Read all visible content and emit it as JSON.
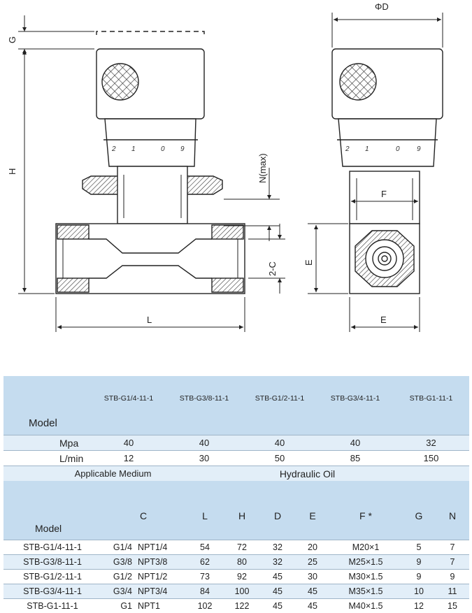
{
  "drawing": {
    "dims": {
      "G": "G",
      "H": "H",
      "N": "N(max)",
      "C": "2-C",
      "L": "L",
      "D": "ΦD",
      "F": "F",
      "E_v": "E",
      "E_h": "E"
    },
    "dial_digits": [
      "2",
      "1",
      "0",
      "9"
    ]
  },
  "spec_table": {
    "model_label": "Model",
    "models": [
      "STB-G1/4-11-1",
      "STB-G3/8-11-1",
      "STB-G1/2-11-1",
      "STB-G3/4-11-1",
      "STB-G1-11-1"
    ],
    "rows": [
      {
        "label": "Mpa",
        "values": [
          "40",
          "40",
          "40",
          "40",
          "32"
        ]
      },
      {
        "label": "L/min",
        "values": [
          "12",
          "30",
          "50",
          "85",
          "150"
        ]
      }
    ],
    "medium_label": "Applicable Medium",
    "medium_value": "Hydraulic Oil"
  },
  "dim_table": {
    "headers": [
      "Model",
      "C",
      "L",
      "H",
      "D",
      "E",
      "F *",
      "G",
      "N"
    ],
    "rows": [
      [
        "STB-G1/4-11-1",
        "G1/4",
        "NPT1/4",
        "54",
        "72",
        "32",
        "20",
        "M20×1",
        "5",
        "7"
      ],
      [
        "STB-G3/8-11-1",
        "G3/8",
        "NPT3/8",
        "62",
        "80",
        "32",
        "25",
        "M25×1.5",
        "9",
        "7"
      ],
      [
        "STB-G1/2-11-1",
        "G1/2",
        "NPT1/2",
        "73",
        "92",
        "45",
        "30",
        "M30×1.5",
        "9",
        "9"
      ],
      [
        "STB-G3/4-11-1",
        "G3/4",
        "NPT3/4",
        "84",
        "100",
        "45",
        "45",
        "M35×1.5",
        "10",
        "11"
      ],
      [
        "STB-G1-11-1",
        "G1",
        "NPT1",
        "102",
        "122",
        "45",
        "45",
        "M40×1.5",
        "12",
        "15"
      ]
    ]
  }
}
